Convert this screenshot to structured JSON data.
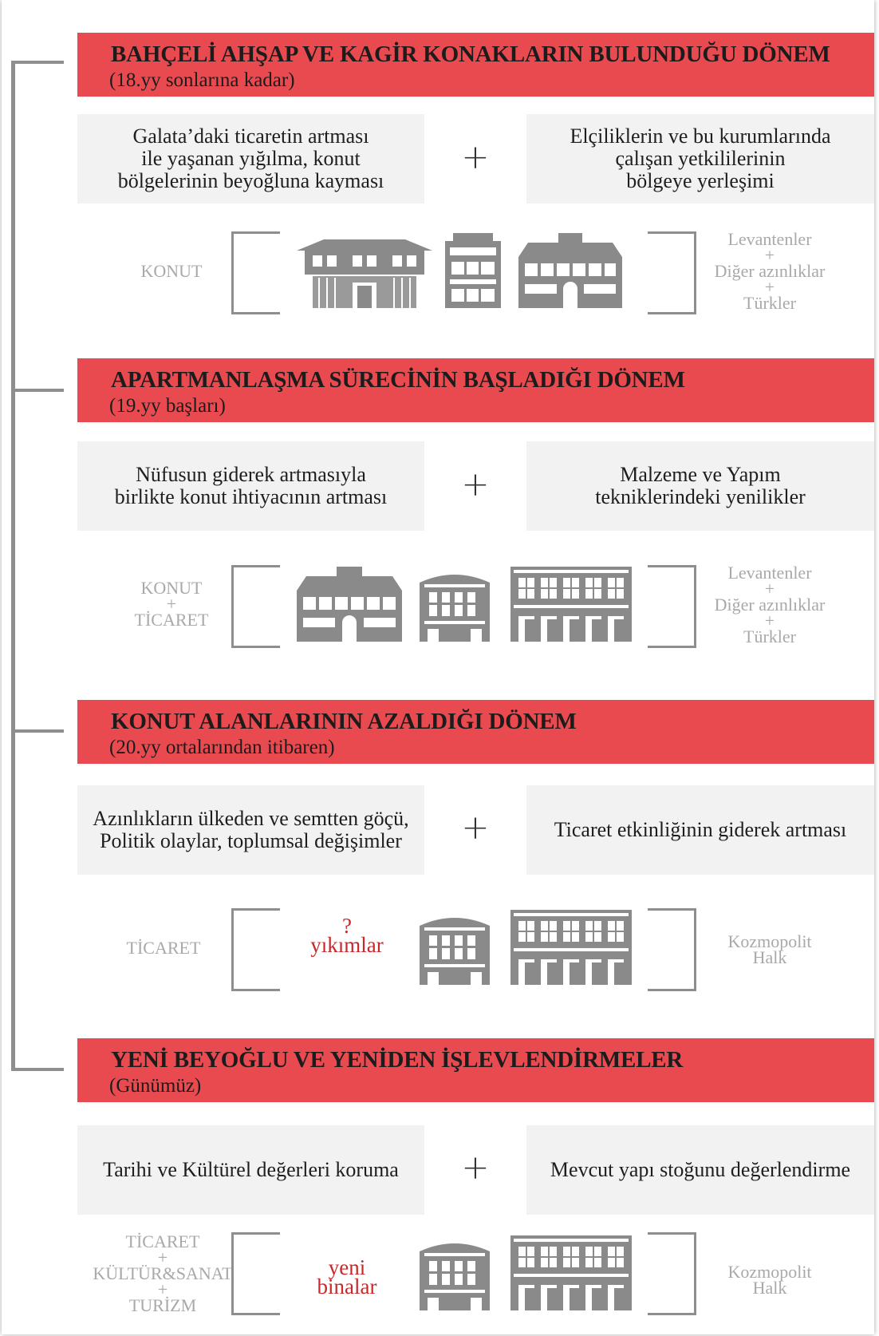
{
  "eras": [
    {
      "title": "BAHÇELİ  AHŞAP VE KAGİR KONAKLARIN BULUNDUĞU DÖNEM",
      "subtitle": "(18.yy sonlarına kadar)",
      "left_box": "Galata’daki ticaretin artması\nile yaşanan yığılma, konut\nbölgelerinin beyoğluna kayması",
      "plus": "+",
      "right_box": "Elçiliklerin ve bu kurumlarında\nçalışan yetkililerinin\nbölgeye yerleşimi",
      "function": "KONUT",
      "population": "Levantenler\n+\nDiğer azınlıklar\n+\nTürkler"
    },
    {
      "title": "APARTMANLAŞMA SÜRECİNİN BAŞLADIĞI DÖNEM",
      "subtitle": "(19.yy başları)",
      "left_box": "Nüfusun giderek artmasıyla\nbirlikte konut ihtiyacının artması",
      "plus": "+",
      "right_box": "Malzeme ve Yapım\ntekniklerindeki yenilikler",
      "function": "KONUT\n+\nTİCARET",
      "population": "Levantenler\n+\nDiğer azınlıklar\n+\nTürkler"
    },
    {
      "title": "KONUT ALANLARININ AZALDIĞI DÖNEM",
      "subtitle": "(20.yy ortalarından itibaren)",
      "left_box": "Azınlıkların ülkeden ve semtten göçü,\nPolitik olaylar, toplumsal değişimler",
      "plus": "+",
      "right_box": "Ticaret etkinliğinin giderek artması",
      "function": "TİCARET",
      "red_note": "?\nyıkımlar",
      "population": "Kozmopolit\nHalk"
    },
    {
      "title": "YENİ BEYOĞLU VE YENİDEN İŞLEVLENDİRMELER",
      "subtitle": "(Günümüz)",
      "left_box": "Tarihi ve Kültürel değerleri koruma",
      "plus": "+",
      "right_box": "Mevcut yapı stoğunu değerlendirme",
      "function": "TİCARET\n+\nKÜLTÜR&SANAT\n+\nTURİZM",
      "red_note": "yeni\nbinalar",
      "population": "Kozmopolit\nHalk"
    }
  ],
  "colors": {
    "header_red": "#e84a4f",
    "note_red": "#c9282b",
    "box_gray": "#f2f2f2",
    "line_gray": "#8e8e8e",
    "building_gray": "#8a8a8a"
  },
  "icons": [
    "wooden-mansion-icon",
    "small-townhouse-icon",
    "stone-mansion-icon",
    "corner-apartment-icon",
    "long-apartment-icon"
  ]
}
